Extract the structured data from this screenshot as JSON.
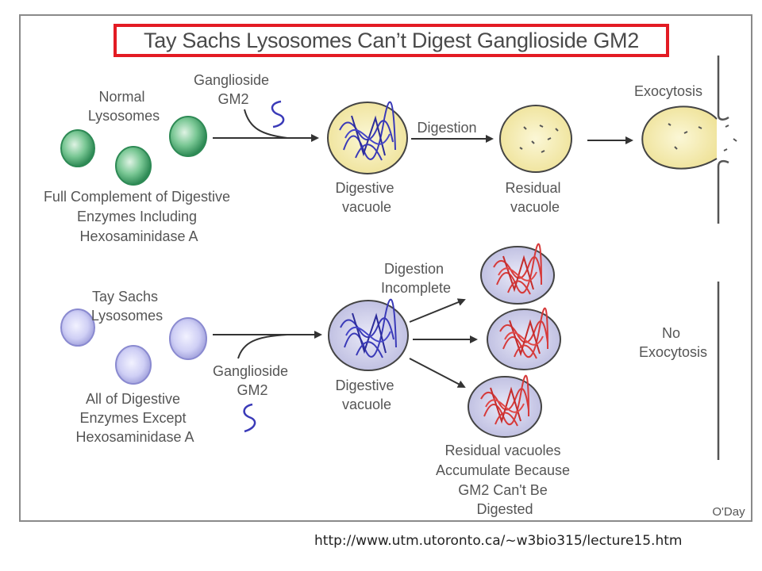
{
  "title": "Tay Sachs Lysosomes Can’t Digest Ganglioside GM2",
  "normal": {
    "label_line1": "Normal",
    "label_line2": "Lysosomes",
    "enzymes_line1": "Full Complement of Digestive",
    "enzymes_line2": "Enzymes Including",
    "enzymes_line3": "Hexosaminidase A",
    "gm2_line1": "Ganglioside",
    "gm2_line2": "GM2",
    "vacuole_line1": "Digestive",
    "vacuole_line2": "vacuole",
    "digestion": "Digestion",
    "residual_line1": "Residual",
    "residual_line2": "vacuole",
    "exocytosis": "Exocytosis"
  },
  "taysachs": {
    "label_line1": "Tay Sachs",
    "label_line2": "Lysosomes",
    "enzymes_line1": "All of Digestive",
    "enzymes_line2": "Enzymes Except",
    "enzymes_line3": "Hexosaminidase A",
    "gm2_line1": "Ganglioside",
    "gm2_line2": "GM2",
    "vacuole_line1": "Digestive",
    "vacuole_line2": "vacuole",
    "incomplete_line1": "Digestion",
    "incomplete_line2": "Incomplete",
    "residual_line1": "Residual vacuoles",
    "residual_line2": "Accumulate Because",
    "residual_line3": "GM2 Can't Be",
    "residual_line4": "Digested",
    "no_exo_line1": "No",
    "no_exo_line2": "Exocytosis"
  },
  "credit": "O'Day",
  "source_url": "http://www.utm.utoronto.ca/~w3bio315/lecture15.htm",
  "colors": {
    "title_border": "#e31b23",
    "normal_lysosome": "#3aa66a",
    "taysachs_lysosome": "#bcbcf2",
    "vacuole_yellow": "#f3eaa0",
    "vacuole_lavender": "#c6c6e8",
    "gm2_strand_blue": "#3a3ab8",
    "gm2_strand_red": "#d63a3a"
  }
}
